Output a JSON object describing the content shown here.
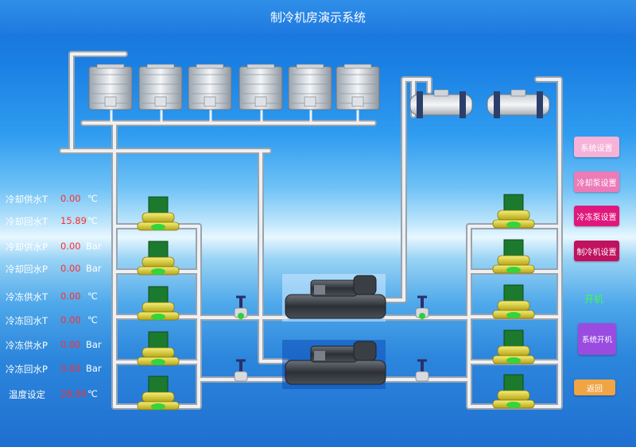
{
  "header": {
    "title": "制冷机房演示系统"
  },
  "readings": [
    {
      "label": "冷却供水T",
      "value": "0.00",
      "unit": "℃"
    },
    {
      "label": "冷却回水T",
      "value": "15.89",
      "unit": "℃"
    },
    {
      "label": "冷却供水P",
      "value": "0.00",
      "unit": "Bar"
    },
    {
      "label": "冷却回水P",
      "value": "0.00",
      "unit": "Bar"
    },
    {
      "label": "冷冻供水T",
      "value": "0.00",
      "unit": "℃"
    },
    {
      "label": "冷冻回水T",
      "value": "0.00",
      "unit": "℃"
    },
    {
      "label": "冷冻供水P",
      "value": "0.00",
      "unit": "Bar"
    },
    {
      "label": "冷冻回水P",
      "value": "0.00",
      "unit": "Bar"
    },
    {
      "label": "温度设定",
      "value": "28.00",
      "unit": "℃"
    }
  ],
  "buttons": {
    "system_settings": "系统设置",
    "cooling_pump_settings": "冷却泵设置",
    "chilled_pump_settings": "冷冻泵设置",
    "chiller_settings": "制冷机设置",
    "system_start": "系统开机",
    "back": "返回"
  },
  "status": {
    "running": "开机"
  },
  "colors": {
    "cooling_pump_btn": "#ec7bb8",
    "chilled_pump_btn": "#e0187c",
    "chiller_btn": "#c0125f",
    "system_settings_btn": "#f6b2d8",
    "system_start_btn": "#9a4be0",
    "back_btn": "#f0a444",
    "value_text": "#ff2e2e",
    "running_text": "#3cff4a"
  }
}
